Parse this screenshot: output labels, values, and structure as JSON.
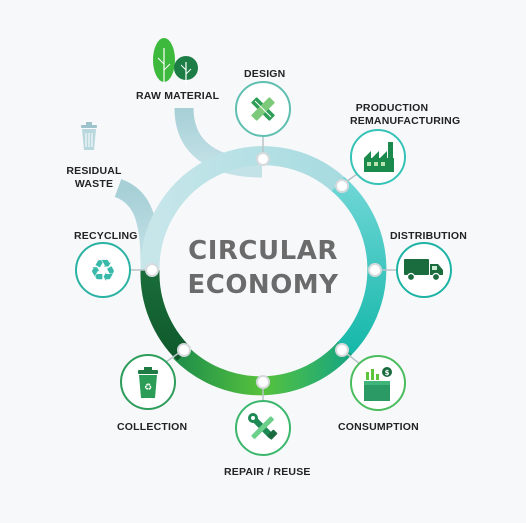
{
  "center": {
    "line1": "CIRCULAR",
    "line2": "ECONOMY"
  },
  "stages": [
    {
      "key": "raw",
      "label": "RAW MATERIAL",
      "icon": "trees-icon"
    },
    {
      "key": "design",
      "label": "DESIGN",
      "icon": "pencil-ruler-icon"
    },
    {
      "key": "production",
      "label_line1": "PRODUCTION",
      "label_line2": "REMANUFACTURING",
      "icon": "factory-icon"
    },
    {
      "key": "distribution",
      "label": "DISTRIBUTION",
      "icon": "truck-icon"
    },
    {
      "key": "consumption",
      "label": "CONSUMPTION",
      "icon": "shopping-box-icon"
    },
    {
      "key": "repair",
      "label": "REPAIR / REUSE",
      "icon": "wrench-screwdriver-icon"
    },
    {
      "key": "collection",
      "label": "COLLECTION",
      "icon": "recycle-bin-icon"
    },
    {
      "key": "recycling",
      "label": "RECYCLING",
      "icon": "recycle-icon"
    },
    {
      "key": "residual",
      "label_line1": "RESIDUAL",
      "label_line2": "WASTE",
      "icon": "trash-can-icon"
    }
  ],
  "colors": {
    "background": "#f7f8fa",
    "ring_light": "#a8d8dd",
    "ring_teal": "#1fc4bb",
    "ring_green": "#5cc53a",
    "ring_dark": "#0f5a2c",
    "icon_border": "#17a968",
    "text": "#232323",
    "center_text": "#6b6b6b"
  }
}
